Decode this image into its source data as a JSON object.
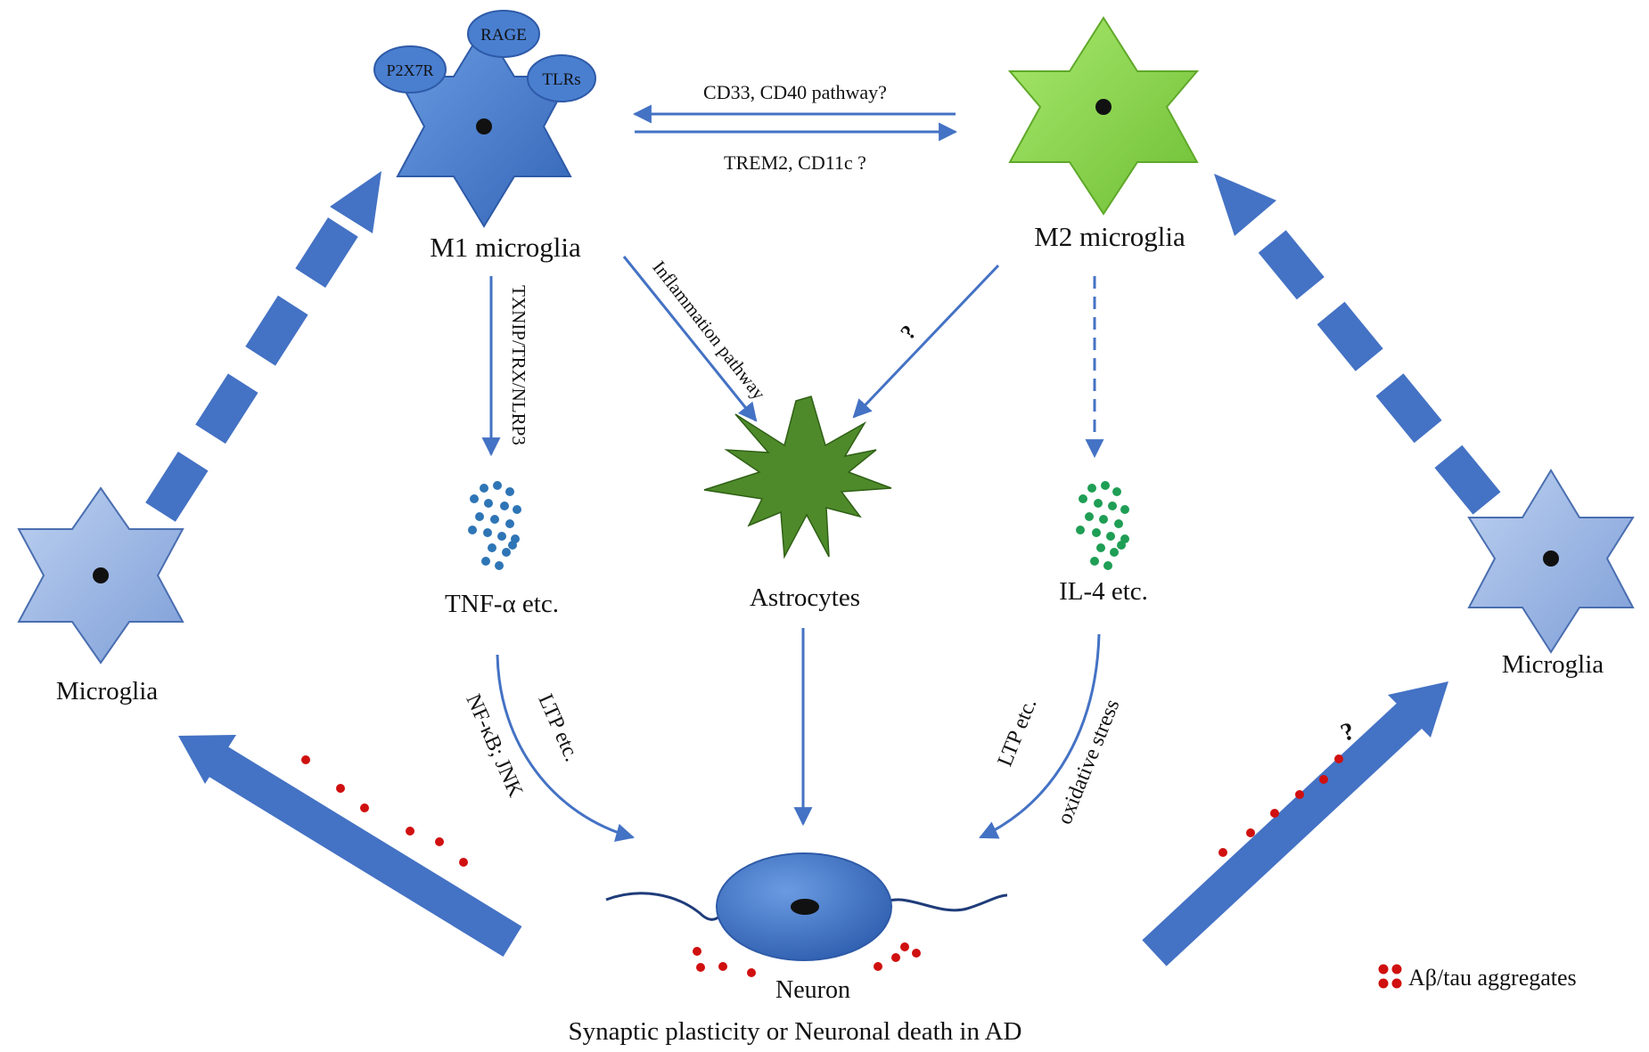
{
  "colors": {
    "arrow": "#4472C4",
    "m1_fill": "#4A7FD0",
    "m2_fill": "#8CD750",
    "microglia_fill": "#9DB8E6",
    "astro_fill": "#4E8A2A",
    "tnf_dots": "#2E75B6",
    "il4_dots": "#1F9E55",
    "aggregate": "#D01010",
    "neuron_fill": "#4A7FD0"
  },
  "receptors": {
    "rage": "RAGE",
    "p2x7r": "P2X7R",
    "tlrs": "TLRs"
  },
  "cells": {
    "m1": "M1 microglia",
    "m2": "M2 microglia",
    "astrocytes": "Astrocytes",
    "left_microglia": "Microglia",
    "right_microglia": "Microglia",
    "neuron": "Neuron"
  },
  "mediators": {
    "tnf": "TNF-α etc.",
    "il4": "IL-4 etc."
  },
  "pathways": {
    "m2_to_m1": "CD33, CD40 pathway?",
    "m1_to_m2": "TREM2,  CD11c ?",
    "txnip": "TXNIP/TRX/NLRP3",
    "inflammation": "Inflammation  pathway",
    "question_astro": "?",
    "ltp_left": "LTP etc.",
    "nfkb": "NF-κB; JNK",
    "ltp_right": "LTP etc.",
    "oxidative": "oxidative stress",
    "question_right": "?"
  },
  "caption": "Synaptic  plasticity  or Neuronal death in AD",
  "legend": {
    "label": "Aβ/tau aggregates"
  }
}
